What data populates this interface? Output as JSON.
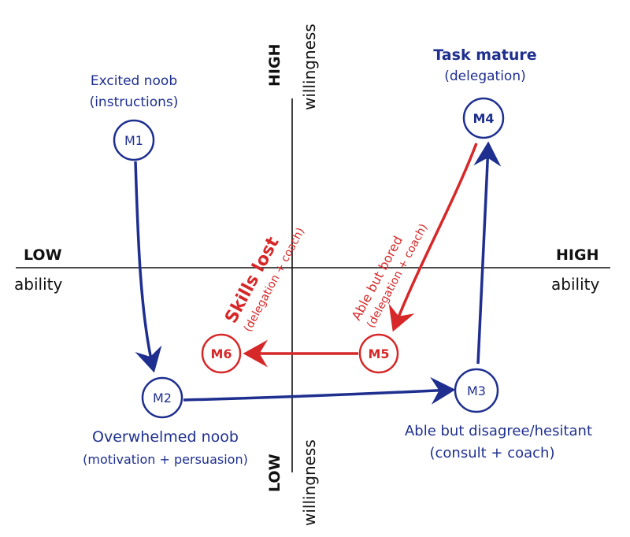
{
  "axes": {
    "x_low_1": "LOW",
    "x_low_2": "ability",
    "x_high_1": "HIGH",
    "x_high_2": "ability",
    "y_high_1": "HIGH",
    "y_high_2": "willingness",
    "y_low_1": "LOW",
    "y_low_2": "willingness"
  },
  "nodes": {
    "m1": {
      "label": "M1",
      "title": "Excited noob",
      "subtitle": "(instructions)"
    },
    "m2": {
      "label": "M2",
      "title": "Overwhelmed noob",
      "subtitle": "(motivation + persuasion)"
    },
    "m3": {
      "label": "M3",
      "title": "Able but disagree/hesitant",
      "subtitle": "(consult + coach)"
    },
    "m4": {
      "label": "M4",
      "title": "Task mature",
      "subtitle": "(delegation)"
    },
    "m5": {
      "label": "M5",
      "title": "Able but bored",
      "subtitle": "(delegation + coach)"
    },
    "m6": {
      "label": "M6",
      "title": "Skills lost",
      "subtitle": "(delegation + coach)"
    }
  },
  "colors": {
    "blue": "#1e2f8f",
    "red": "#d62828",
    "axis": "#111111"
  }
}
